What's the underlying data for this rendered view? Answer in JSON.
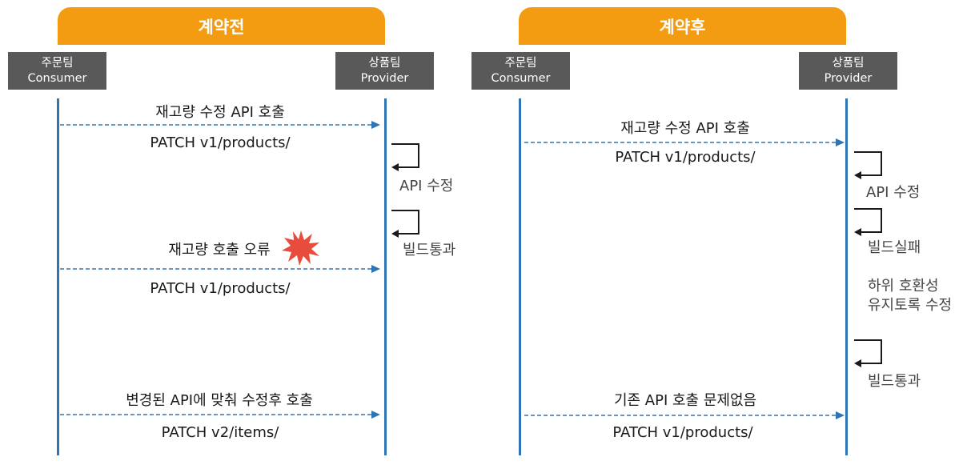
{
  "before": {
    "title": "계약전",
    "consumer": {
      "team": "주문팀",
      "role": "Consumer"
    },
    "provider": {
      "team": "상품팀",
      "role": "Provider"
    },
    "messages": [
      {
        "text": "재고량 수정 API 호출",
        "request": "PATCH v1/products/"
      },
      {
        "text": "재고량 호출 오류",
        "request": "PATCH v1/products/"
      },
      {
        "text": "변경된 API에 맞춰 수정후 호출",
        "request": "PATCH v2/items/"
      }
    ],
    "notes": [
      "API 수정",
      "빌드통과"
    ]
  },
  "after": {
    "title": "계약후",
    "consumer": {
      "team": "주문팀",
      "role": "Consumer"
    },
    "provider": {
      "team": "상품팀",
      "role": "Provider"
    },
    "messages": [
      {
        "text": "재고량 수정 API 호출",
        "request": "PATCH v1/products/"
      },
      {
        "text": "기존 API 호출 문제없음",
        "request": "PATCH v1/products/"
      }
    ],
    "notes": [
      "API 수정",
      "빌드실패",
      "하위 호환성",
      "유지토록 수정",
      "빌드통과"
    ]
  },
  "colors": {
    "banner": "#f39c12",
    "actor": "#595959",
    "lifeline": "#2e75b6",
    "error_burst": "#e74c3c"
  }
}
